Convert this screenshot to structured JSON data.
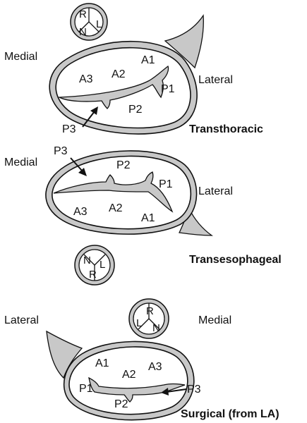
{
  "panels": {
    "transthoracic": {
      "title": "Transthoracic",
      "left_label": "Medial",
      "right_label": "Lateral",
      "wheel": {
        "top": "R",
        "left": "N",
        "right": "L"
      },
      "scallops": {
        "a1": "A1",
        "a2": "A2",
        "a3": "A3",
        "p1": "P1",
        "p2": "P2",
        "p3": "P3"
      }
    },
    "transesophageal": {
      "title": "Transesophageal",
      "left_label": "Medial",
      "right_label": "Lateral",
      "wheel": {
        "left": "N",
        "right": "L",
        "bottom": "R"
      },
      "scallops": {
        "a1": "A1",
        "a2": "A2",
        "a3": "A3",
        "p1": "P1",
        "p2": "P2",
        "p3": "P3"
      }
    },
    "surgical": {
      "title": "Surgical (from LA)",
      "left_label": "Lateral",
      "right_label": "Medial",
      "wheel": {
        "top": "R",
        "left": "L",
        "right": "N"
      },
      "scallops": {
        "a1": "A1",
        "a2": "A2",
        "a3": "A3",
        "p1": "P1",
        "p2": "P2",
        "p3": "P3"
      }
    }
  },
  "colors": {
    "fill": "#c8c8c8",
    "stroke": "#111111",
    "background": "#ffffff"
  }
}
